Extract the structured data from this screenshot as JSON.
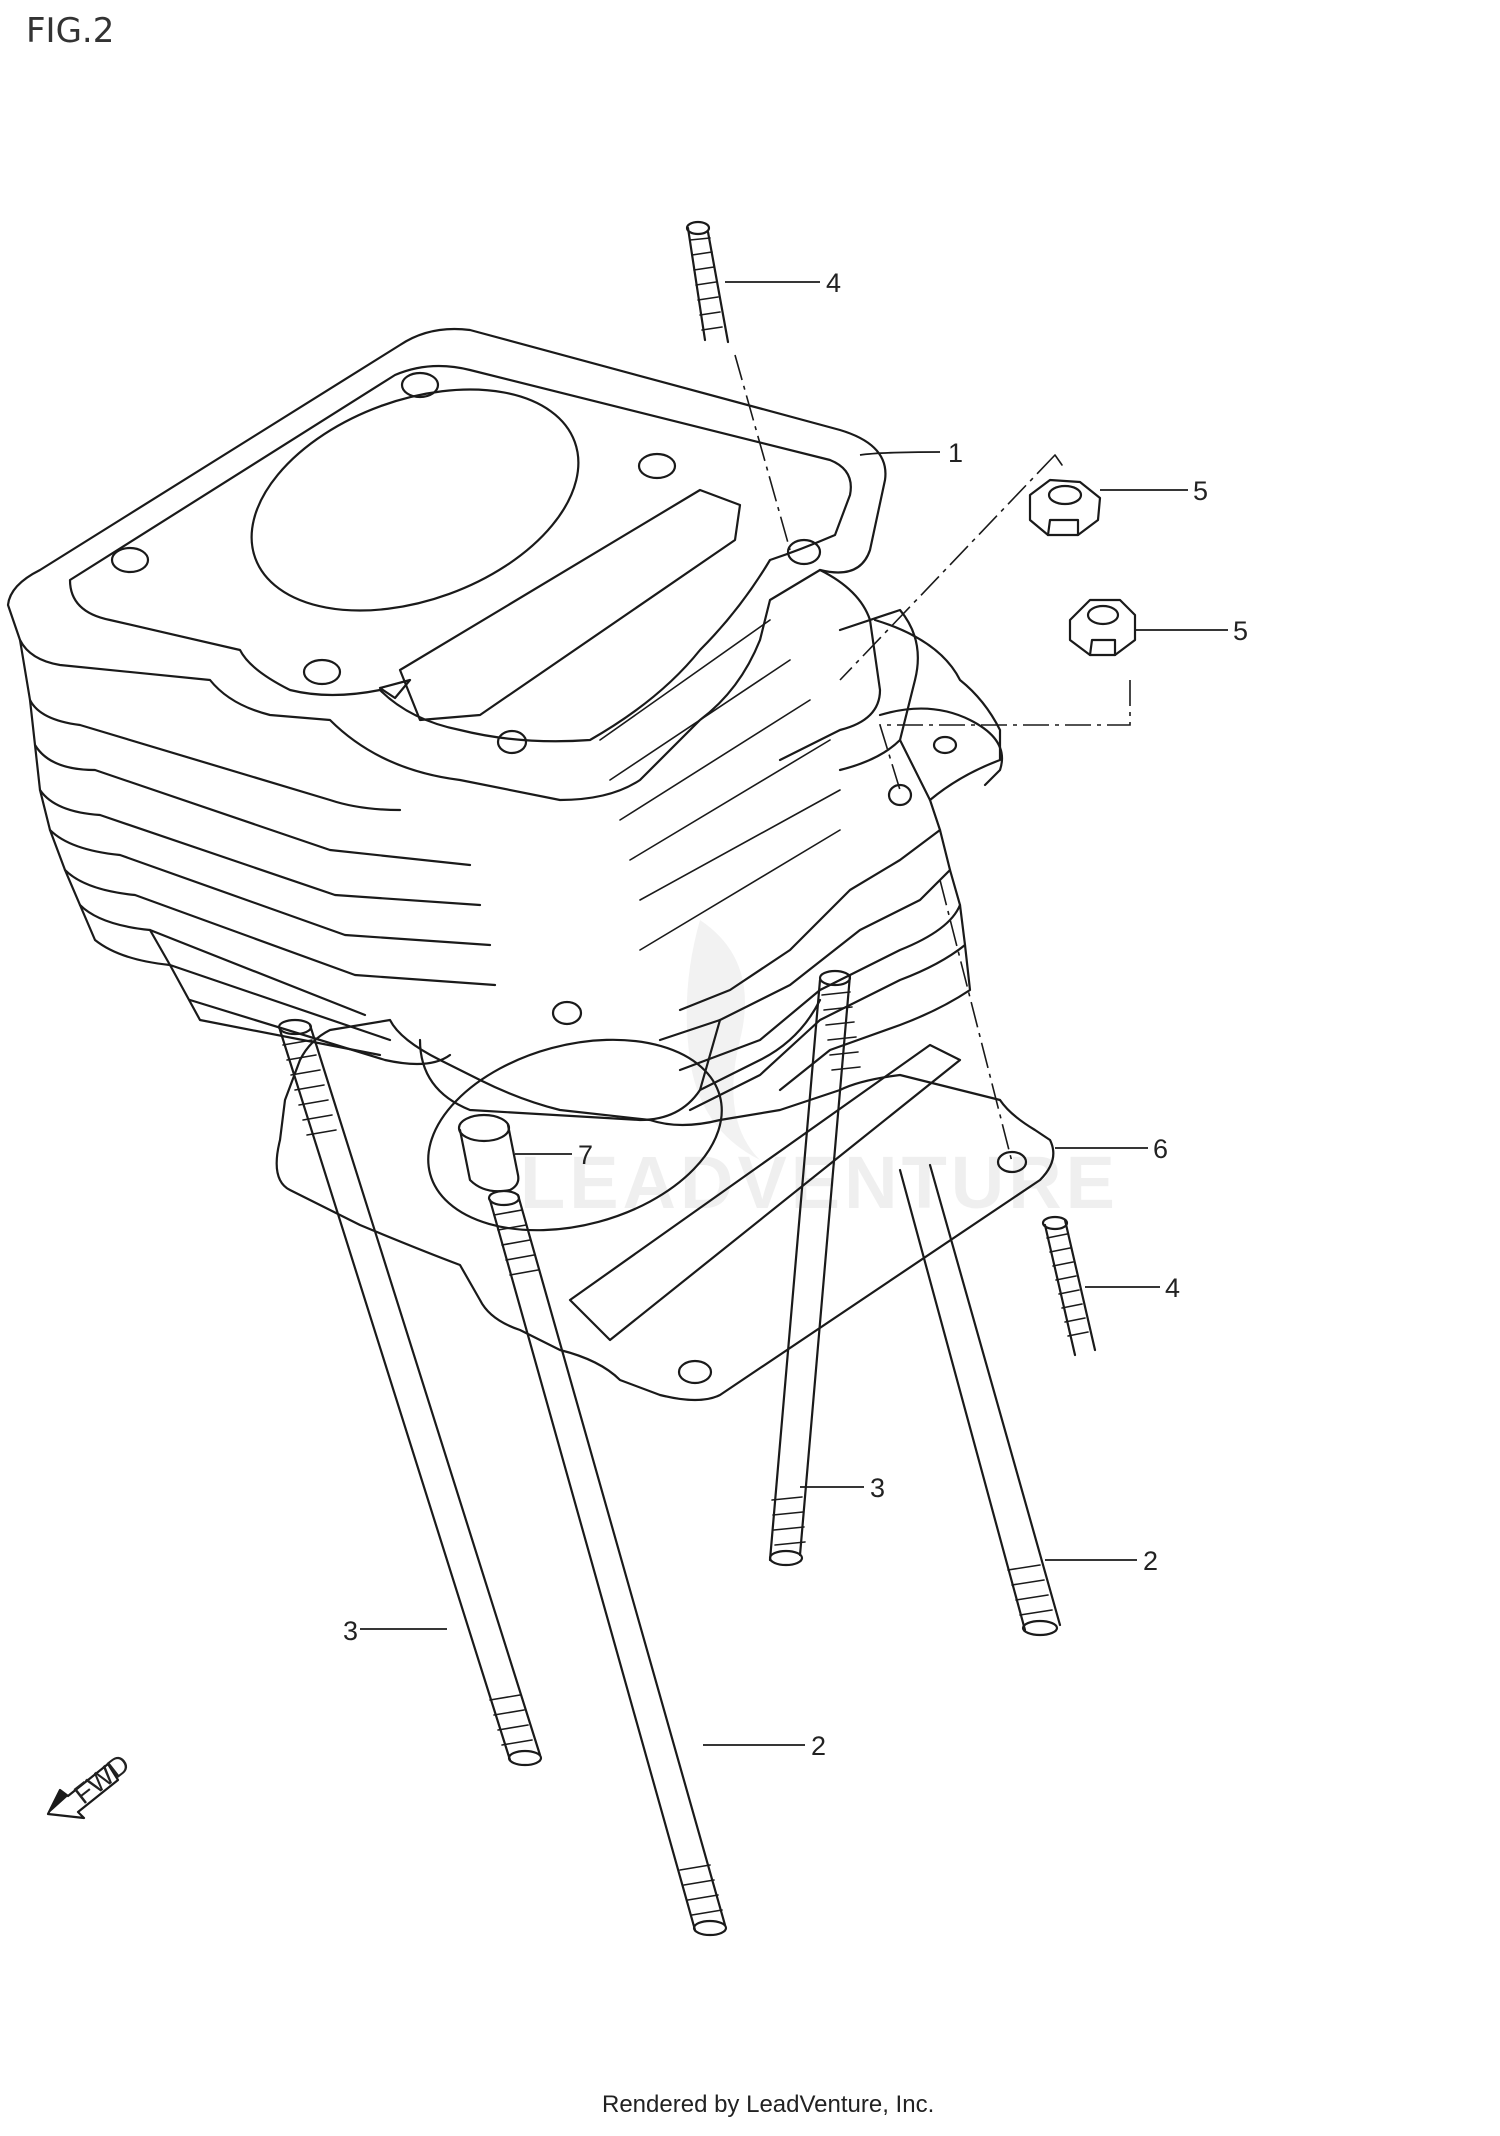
{
  "figure_title": "FIG.2",
  "footer_text": "Rendered by LeadVenture, Inc.",
  "watermark_text": "LEADVENTURE",
  "fwd_label": "FWD",
  "callouts": {
    "cylinder": "1",
    "stud_long_front": "2",
    "stud_long_rear": "2",
    "stud_short_left": "3",
    "stud_short_center": "3",
    "stud_top": "4",
    "stud_right": "4",
    "nut_upper": "5",
    "nut_lower": "5",
    "gasket": "6",
    "dowel_pin": "7"
  },
  "colors": {
    "line": "#1a1a1a",
    "background": "#ffffff"
  }
}
